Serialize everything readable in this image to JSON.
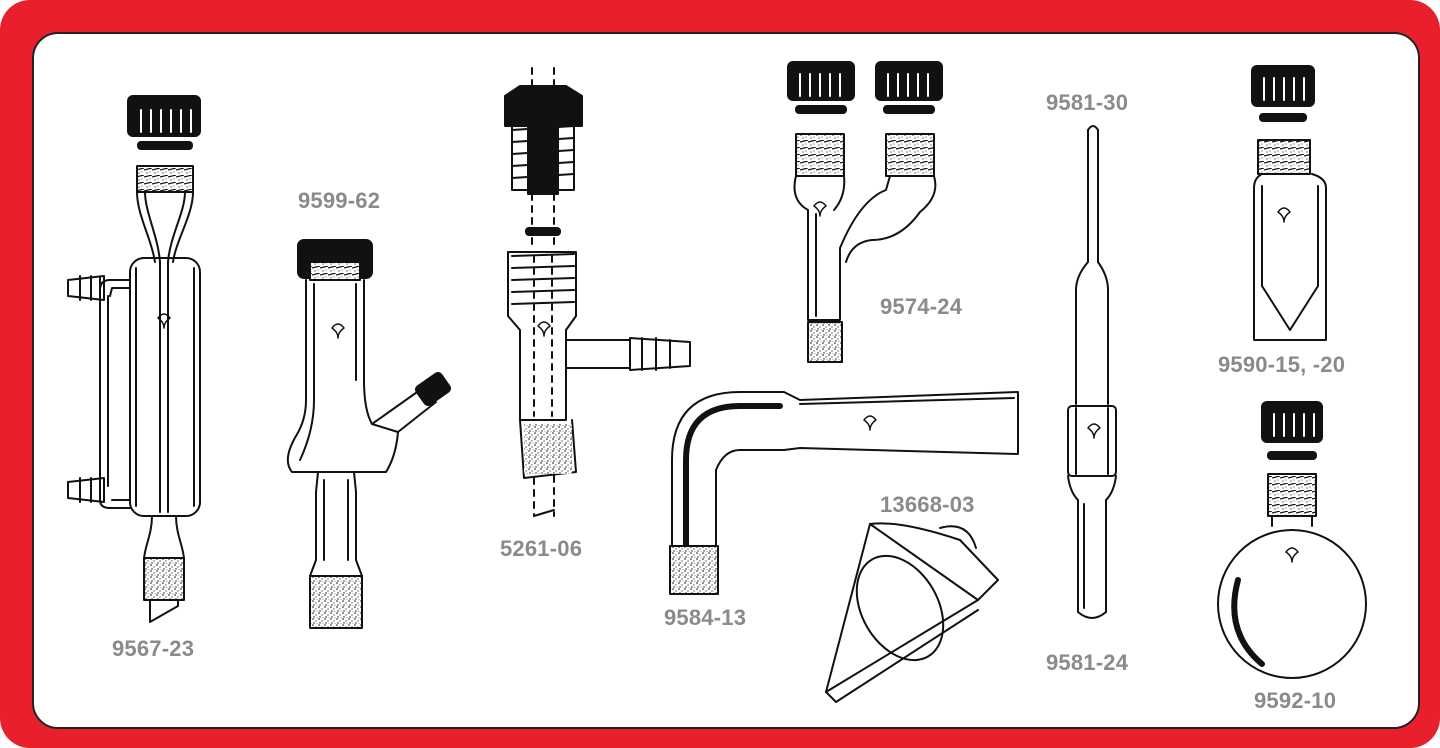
{
  "colors": {
    "frame": "#e8202e",
    "label": "#8a8a8a",
    "ink": "#111111"
  },
  "parts": [
    {
      "id": "condenser",
      "code": "9567-23",
      "icon": "condenser-glassware"
    },
    {
      "id": "adapter",
      "code": "9599-62",
      "icon": "side-arm-adapter-glassware"
    },
    {
      "id": "thermometer-adapter",
      "code": "5261-06",
      "icon": "thermometer-adapter-glassware"
    },
    {
      "id": "y-adapter",
      "code": "9574-24",
      "icon": "claisen-y-adapter-glassware"
    },
    {
      "id": "distillation-tube",
      "code": "9581-30",
      "icon": "distillation-tube-glassware"
    },
    {
      "id": "conical-vial",
      "code": "9590-15, -20",
      "icon": "conical-vial-glassware"
    },
    {
      "id": "bent-adapter",
      "code": "9584-13",
      "icon": "bent-adapter-glassware"
    },
    {
      "id": "stand",
      "code": "13668-03",
      "icon": "triangular-stand-glassware"
    },
    {
      "id": "pipet",
      "code": "9581-24",
      "icon": "pipet-glassware"
    },
    {
      "id": "round-flask",
      "code": "9592-10",
      "icon": "round-bottom-flask-glassware"
    }
  ]
}
